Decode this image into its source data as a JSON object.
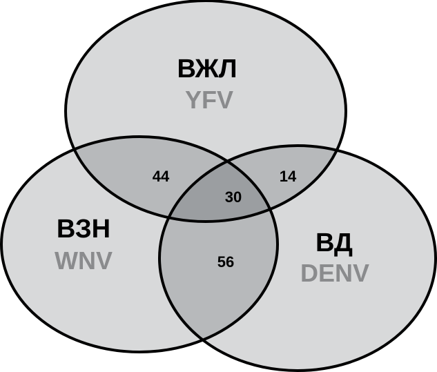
{
  "sets": [
    {
      "name": "ВЖЛ",
      "code": "YFV"
    },
    {
      "name": "ВЗН",
      "code": "WNV"
    },
    {
      "name": "ВД",
      "code": "DENV"
    }
  ],
  "intersections": {
    "yfv_wnv": "44",
    "yfv_denv": "14",
    "all_three": "30",
    "wnv_denv": "56"
  },
  "colors": {
    "fill": "#d6d7d9",
    "stroke": "#000000",
    "code_text": "#8a8b8d",
    "name_text": "#000000"
  }
}
